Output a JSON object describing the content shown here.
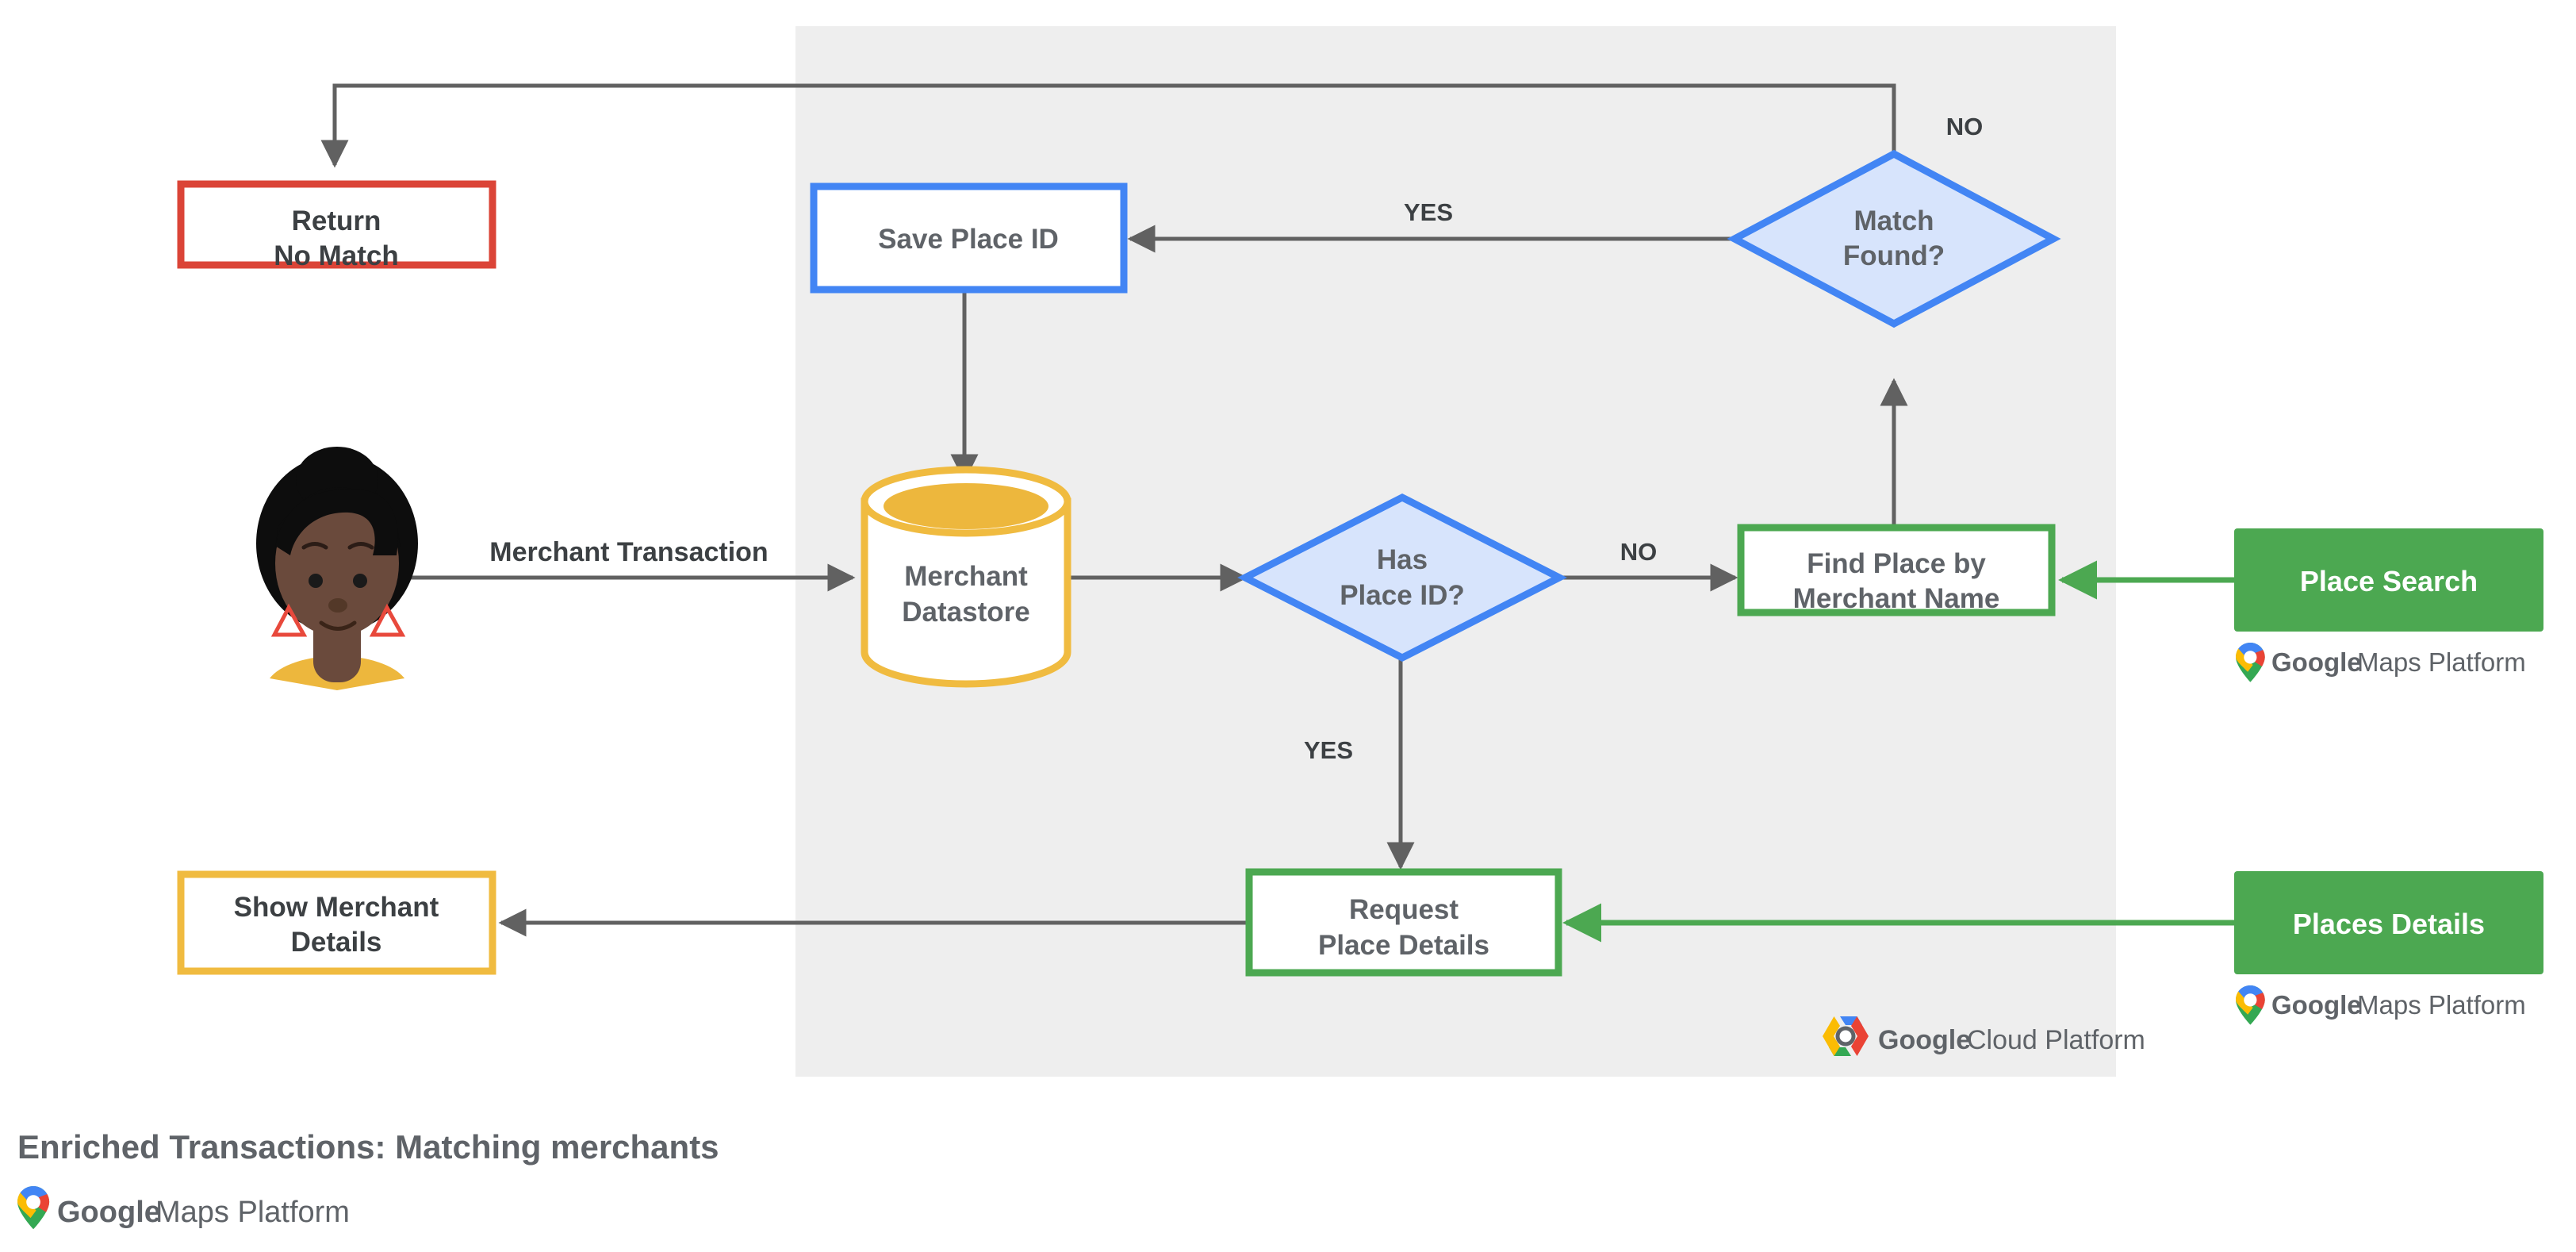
{
  "diagram": {
    "title": "Enriched Transactions: Matching merchants",
    "panel": {
      "label": "google-cloud-platform-region"
    },
    "actor": {
      "name": "merchant-customer-avatar"
    },
    "nodes": [
      {
        "id": "return-no-match",
        "label_line1": "Return",
        "label_line2": "No Match",
        "shape": "rect",
        "border": "#DB4437",
        "fill": "#FFFFFF",
        "text_color": "#3C4043"
      },
      {
        "id": "save-place-id",
        "label_line1": "Save Place ID",
        "label_line2": "",
        "shape": "rect",
        "border": "#4285F4",
        "fill": "#FFFFFF",
        "text_color": "#5F6368"
      },
      {
        "id": "match-found",
        "label_line1": "Match",
        "label_line2": "Found?",
        "shape": "diamond",
        "border": "#4285F4",
        "fill": "#D7E4FC",
        "text_color": "#5F6368"
      },
      {
        "id": "merchant-datastore",
        "label_line1": "Merchant",
        "label_line2": "Datastore",
        "shape": "cylinder",
        "border": "#F0BB40",
        "fill": "#FFFFFF",
        "text_color": "#5F6368"
      },
      {
        "id": "has-place-id",
        "label_line1": "Has",
        "label_line2": "Place ID?",
        "shape": "diamond",
        "border": "#4285F4",
        "fill": "#D7E4FC",
        "text_color": "#5F6368"
      },
      {
        "id": "find-place-by-merchant-name",
        "label_line1": "Find Place by",
        "label_line2": "Merchant Name",
        "shape": "rect",
        "border": "#4CA851",
        "fill": "#FFFFFF",
        "text_color": "#5F6368"
      },
      {
        "id": "place-search",
        "label_line1": "Place Search",
        "label_line2": "",
        "shape": "rect-filled",
        "border": "#4CA851",
        "fill": "#4CA851",
        "text_color": "#FFFFFF"
      },
      {
        "id": "request-place-details",
        "label_line1": "Request",
        "label_line2": "Place Details",
        "shape": "rect",
        "border": "#4CA851",
        "fill": "#FFFFFF",
        "text_color": "#5F6368"
      },
      {
        "id": "places-details",
        "label_line1": "Places Details",
        "label_line2": "",
        "shape": "rect-filled",
        "border": "#4CA851",
        "fill": "#4CA851",
        "text_color": "#FFFFFF"
      },
      {
        "id": "show-merchant-details",
        "label_line1": "Show Merchant",
        "label_line2": "Details",
        "shape": "rect",
        "border": "#F0BB40",
        "fill": "#FFFFFF",
        "text_color": "#3C4043"
      }
    ],
    "edge_labels": [
      {
        "id": "merchant-transaction",
        "text": "Merchant Transaction"
      },
      {
        "id": "match-found-no",
        "text": "NO"
      },
      {
        "id": "match-found-yes",
        "text": "YES"
      },
      {
        "id": "has-place-id-no",
        "text": "NO"
      },
      {
        "id": "has-place-id-yes",
        "text": "YES"
      }
    ],
    "badges": [
      {
        "id": "gmp-place-search",
        "bold": "Google",
        "regular": "Maps Platform"
      },
      {
        "id": "gmp-places-details",
        "bold": "Google",
        "regular": "Maps Platform"
      },
      {
        "id": "gcp-panel",
        "bold": "Google",
        "regular": "Cloud Platform"
      },
      {
        "id": "gmp-caption",
        "bold": "Google",
        "regular": "Maps Platform"
      }
    ],
    "colors": {
      "panel_bg": "#EEEEEE",
      "edge": "#616161",
      "green": "#4CA851",
      "blue": "#4285F4",
      "blue_fill": "#D7E4FC",
      "yellow": "#F0BB40",
      "red": "#DB4437",
      "text_gray": "#5F6368",
      "text_dark": "#3C4043",
      "google_blue": "#4285F4",
      "google_red": "#EA4335",
      "google_yellow": "#FBBC04",
      "google_green": "#34A853"
    }
  }
}
